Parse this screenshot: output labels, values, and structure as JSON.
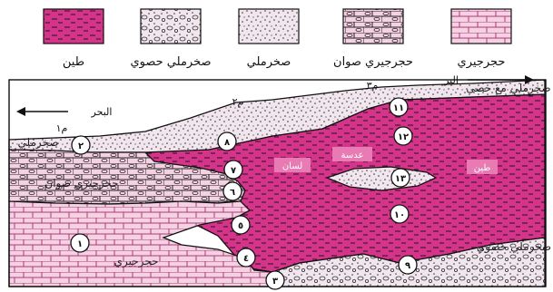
{
  "legend": [
    {
      "key": "clay",
      "label": "طين"
    },
    {
      "key": "pebbly_sandstone",
      "label": "صخرملي حصوي"
    },
    {
      "key": "sandstone",
      "label": "صخرملي"
    },
    {
      "key": "cherty_limestone",
      "label": "حجرجيري صوان"
    },
    {
      "key": "limestone",
      "label": "حجرجيري"
    }
  ],
  "directions": {
    "sea": "البحر",
    "land": "البر"
  },
  "positions": {
    "m1": "م١",
    "m2": "م٢",
    "m3": "م٣"
  },
  "region_labels": {
    "clay_main": "طين",
    "tongue": "لسان",
    "lens": "عدسة",
    "limestone": "حجرجيري",
    "pebbly_right": "صخرملي حصوي",
    "sandstone_left": "صخرملي",
    "cherty": "حجرجيري صوان",
    "top_right": "صخرملي مع حصى"
  },
  "numbers": [
    "١",
    "٢",
    "٣",
    "٤",
    "٥",
    "٦",
    "٧",
    "٨",
    "٩",
    "١٠",
    "١١",
    "١٢",
    "١٣"
  ],
  "colors": {
    "clay": "#d6338a",
    "clay_dash": "#1a1a1a",
    "limestone_fill": "#f4d2e3",
    "sand_fill": "#f2e6ee",
    "outline": "#111111",
    "white": "#ffffff"
  }
}
